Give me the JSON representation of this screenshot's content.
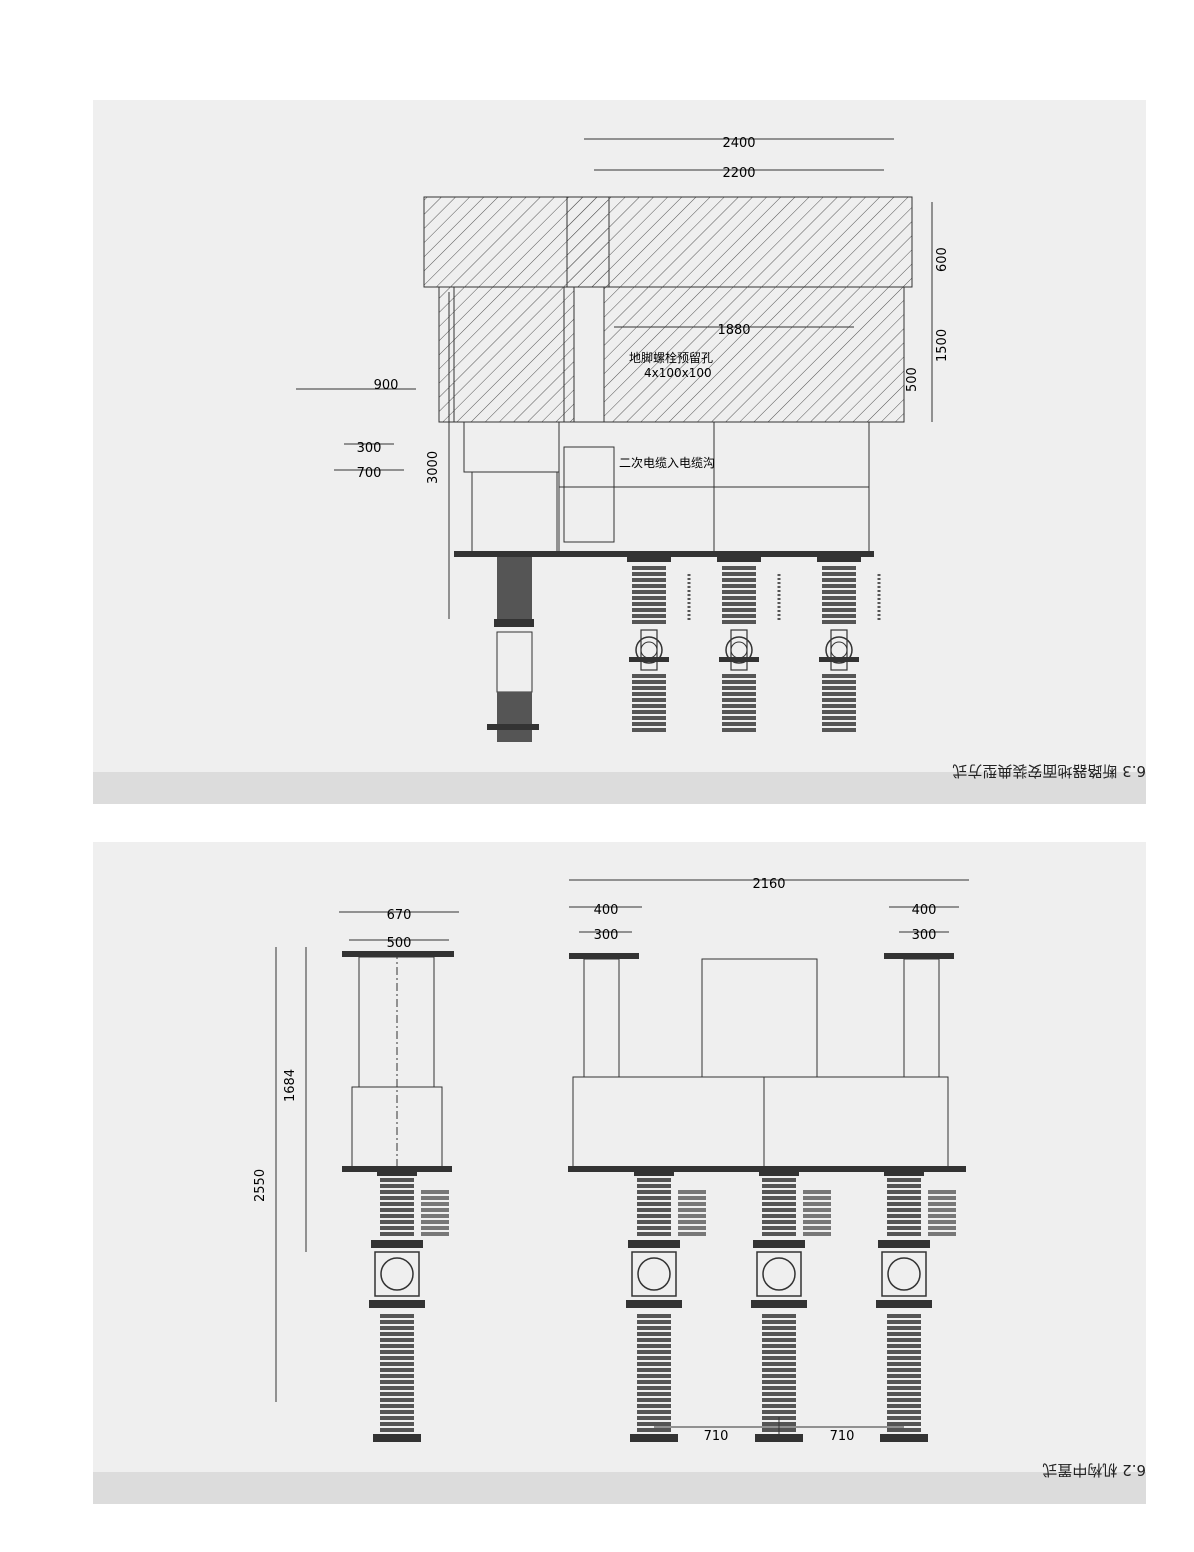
{
  "section_top": {
    "caption": "6.3 断路器地面安装典型方式",
    "dims": {
      "d2400": "2400",
      "d2200": "2200",
      "d900": "900",
      "d600": "600",
      "d1500": "1500",
      "d500": "500",
      "d1880": "1880",
      "d3000": "3000",
      "d300": "300",
      "d700": "700"
    },
    "notes": {
      "anchor": "4x100x100",
      "anchor_hole": "地脚螺栓预留孔",
      "cable": "二次电缆入电缆沟"
    }
  },
  "section_bottom": {
    "caption": "6.2 机构中置式",
    "dims": {
      "d2160": "2160",
      "d400a": "400",
      "d300a": "300",
      "d400b": "400",
      "d300b": "300",
      "d670": "670",
      "d500": "500",
      "d1684": "1684",
      "d2550": "2550",
      "d710a": "710",
      "d710b": "710"
    }
  }
}
